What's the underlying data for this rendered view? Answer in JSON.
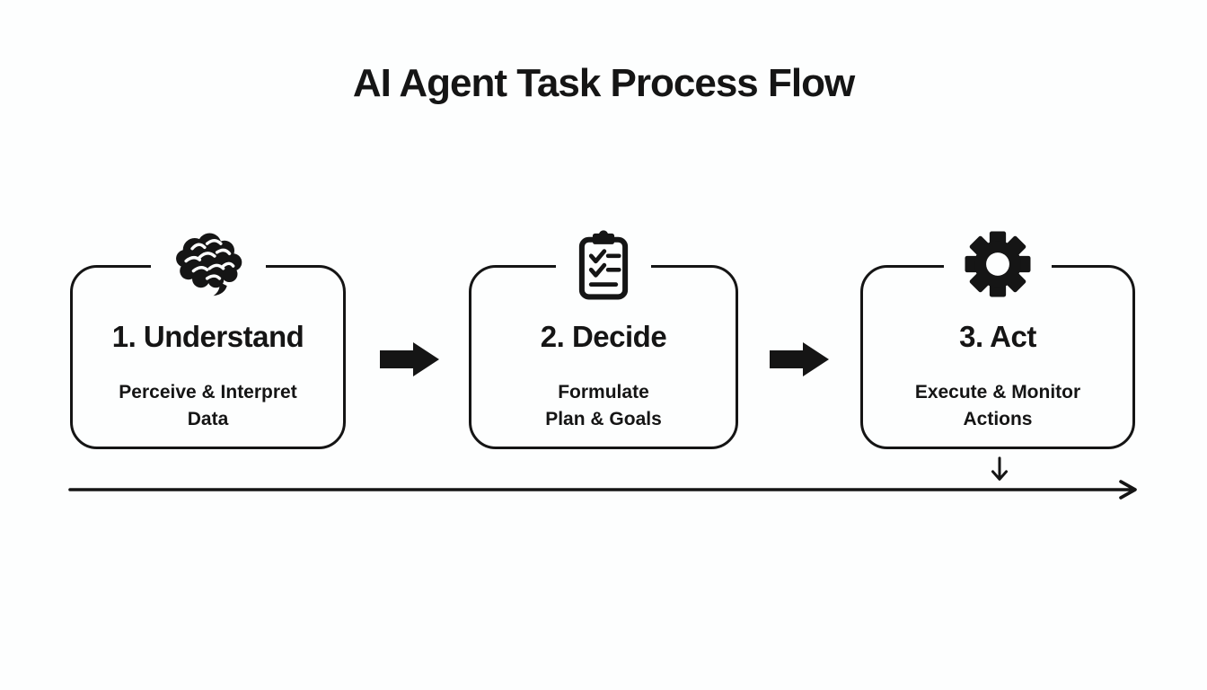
{
  "title": "AI Agent Task Process Flow",
  "steps": [
    {
      "icon": "brain-icon",
      "title": "1. Understand",
      "subtitle_lines": [
        "Perceive & Interpret",
        "Data"
      ]
    },
    {
      "icon": "clipboard-checklist-icon",
      "title": "2. Decide",
      "subtitle_lines": [
        "Formulate",
        "Plan & Goals"
      ]
    },
    {
      "icon": "gear-icon",
      "title": "3. Act",
      "subtitle_lines": [
        "Execute & Monitor",
        "Actions"
      ]
    }
  ],
  "colors": {
    "background": "#fdfefe",
    "ink": "#151515"
  }
}
